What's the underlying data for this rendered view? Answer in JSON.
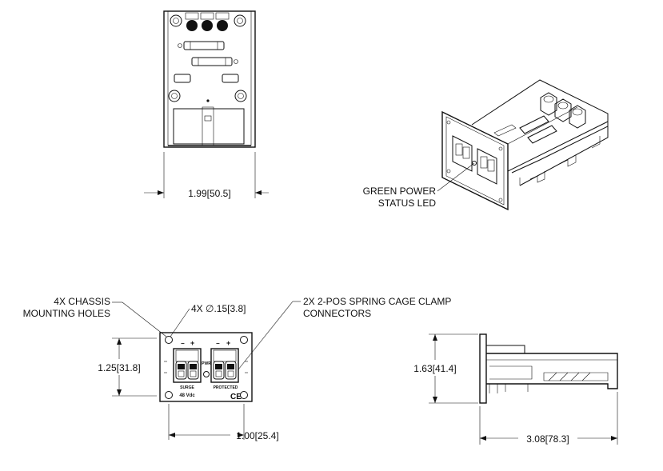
{
  "notes": {
    "green_led": [
      "GREEN POWER",
      "STATUS LED"
    ],
    "chassis_holes": [
      "4X CHASSIS",
      "MOUNTING HOLES"
    ],
    "hole_dia": "4X ∅.15[3.8]",
    "connectors": [
      "2X 2-POS SPRING CAGE CLAMP",
      "CONNECTORS"
    ]
  },
  "dimensions": {
    "top_width": "1.99[50.5]",
    "front_height": "1.25[31.8]",
    "front_hole_spacing": "1.00[25.4]",
    "side_height": "1.63[41.4]",
    "side_depth": "3.08[78.3]"
  },
  "panel_labels": {
    "minus": "−",
    "plus": "+",
    "surge": "SURGE",
    "protected": "PROTECTED",
    "voltage": "48 Vdc",
    "ce": "CE",
    "pwr": "PWR"
  }
}
